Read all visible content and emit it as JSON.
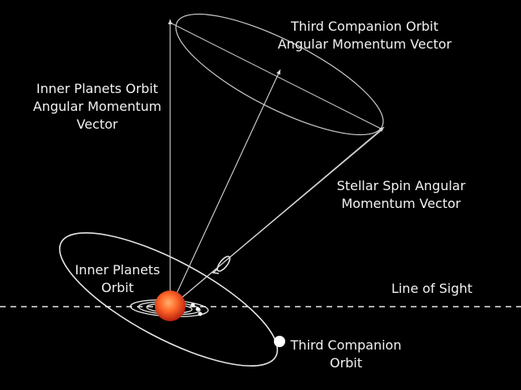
{
  "labels": {
    "third_companion_vector": [
      "Third Companion Orbit",
      "Angular Momentum Vector"
    ],
    "inner_planets_vector": [
      "Inner Planets Orbit",
      "Angular Momentum",
      "Vector"
    ],
    "stellar_spin_vector": [
      "Stellar Spin Angular",
      "Momentum Vector"
    ],
    "inner_planets_orbit": [
      "Inner Planets",
      "Orbit"
    ],
    "line_of_sight": "Line of Sight",
    "third_companion_orbit": [
      "Third Companion",
      "Orbit"
    ]
  },
  "colors": {
    "background": "#000000",
    "lines": "#d8d8d8",
    "text": "#f2f2f2",
    "star_core": "#ff8a3a",
    "star_edge": "#c2250f",
    "companion": "#ffffff"
  }
}
